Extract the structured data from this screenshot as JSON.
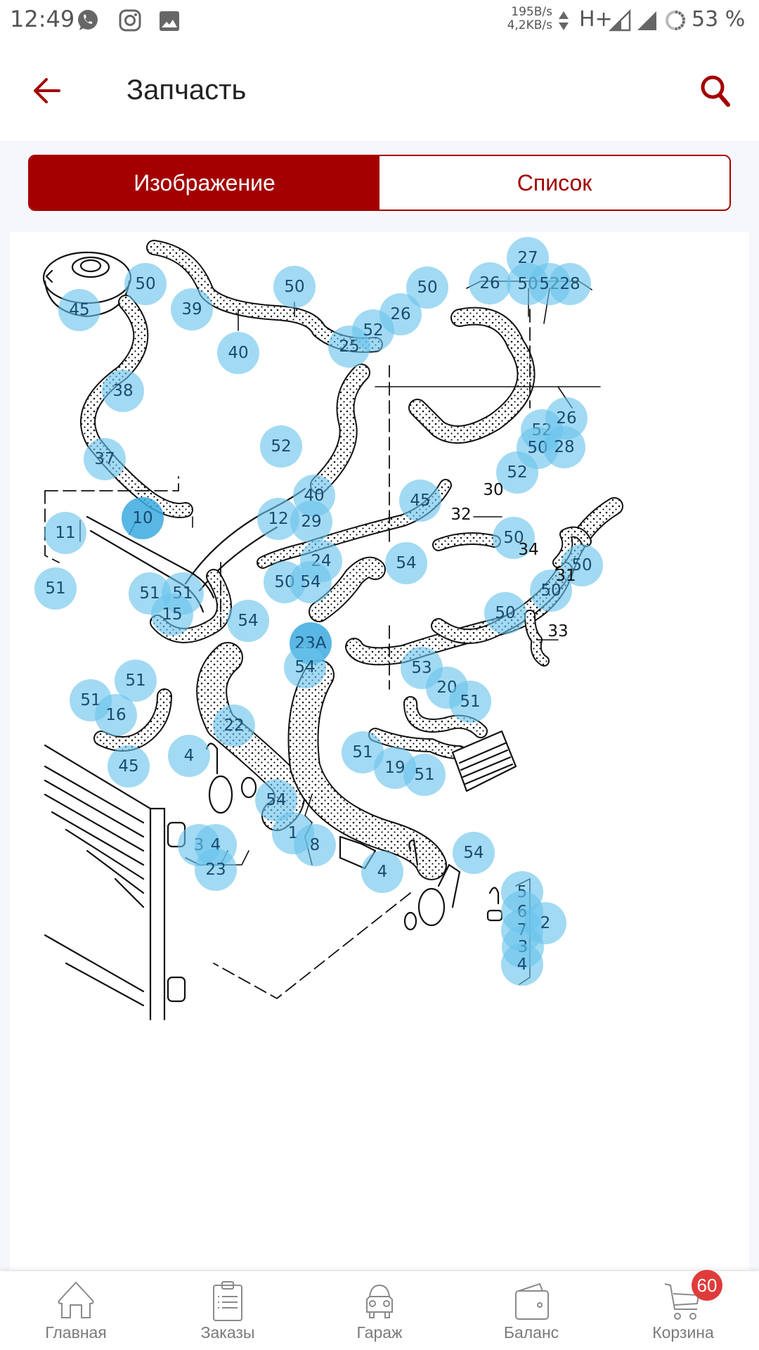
{
  "status_bar": {
    "time": "12:49",
    "notification_icons": [
      "whatsapp-icon",
      "instagram-icon",
      "gallery-icon"
    ],
    "upload_speed": "195B/s",
    "download_speed": "4,2KB/s",
    "network_type": "H+",
    "battery_percent": "53 %"
  },
  "app_bar": {
    "title": "Запчасть",
    "back_icon": "arrow-left-icon",
    "search_icon": "search-icon"
  },
  "segment": {
    "tabs": [
      {
        "label": "Изображение",
        "active": true
      },
      {
        "label": "Список",
        "active": false
      }
    ]
  },
  "diagram": {
    "description": "Cooling system parts diagram with numbered callouts",
    "callouts": [
      {
        "label": "45"
      },
      {
        "label": "50"
      },
      {
        "label": "39"
      },
      {
        "label": "40"
      },
      {
        "label": "50"
      },
      {
        "label": "38"
      },
      {
        "label": "37"
      },
      {
        "label": "50"
      },
      {
        "label": "26"
      },
      {
        "label": "27"
      },
      {
        "label": "50"
      },
      {
        "label": "52"
      },
      {
        "label": "28"
      },
      {
        "label": "25"
      },
      {
        "label": "52"
      },
      {
        "label": "26"
      },
      {
        "label": "52"
      },
      {
        "label": "26"
      },
      {
        "label": "50"
      },
      {
        "label": "28"
      },
      {
        "label": "52"
      },
      {
        "label": "52"
      },
      {
        "label": "40"
      },
      {
        "label": "12"
      },
      {
        "label": "29"
      },
      {
        "label": "45"
      },
      {
        "label": "11"
      },
      {
        "label": "10",
        "highlighted": true
      },
      {
        "label": "51"
      },
      {
        "label": "24"
      },
      {
        "label": "50"
      },
      {
        "label": "54"
      },
      {
        "label": "54"
      },
      {
        "label": "50"
      },
      {
        "label": "50"
      },
      {
        "label": "50"
      },
      {
        "label": "50"
      },
      {
        "label": "51"
      },
      {
        "label": "51"
      },
      {
        "label": "15"
      },
      {
        "label": "54"
      },
      {
        "label": "23A",
        "highlighted": true
      },
      {
        "label": "54"
      },
      {
        "label": "53"
      },
      {
        "label": "20"
      },
      {
        "label": "51"
      },
      {
        "label": "51"
      },
      {
        "label": "51"
      },
      {
        "label": "16"
      },
      {
        "label": "22"
      },
      {
        "label": "51"
      },
      {
        "label": "19"
      },
      {
        "label": "51"
      },
      {
        "label": "45"
      },
      {
        "label": "4"
      },
      {
        "label": "54"
      },
      {
        "label": "3"
      },
      {
        "label": "4"
      },
      {
        "label": "23"
      },
      {
        "label": "1"
      },
      {
        "label": "8"
      },
      {
        "label": "54"
      },
      {
        "label": "4"
      },
      {
        "label": "5"
      },
      {
        "label": "6"
      },
      {
        "label": "7"
      },
      {
        "label": "3"
      },
      {
        "label": "4"
      },
      {
        "label": "2"
      }
    ],
    "plain_labels": [
      "30",
      "32",
      "34",
      "31",
      "33"
    ]
  },
  "bottom_nav": {
    "items": [
      {
        "label": "Главная",
        "icon": "home-icon"
      },
      {
        "label": "Заказы",
        "icon": "clipboard-icon"
      },
      {
        "label": "Гараж",
        "icon": "car-icon"
      },
      {
        "label": "Баланс",
        "icon": "wallet-icon"
      },
      {
        "label": "Корзина",
        "icon": "cart-icon",
        "badge": "60"
      }
    ]
  },
  "colors": {
    "brand": "#a40000",
    "callout": "#69c3eb",
    "callout_highlight": "#3caae1",
    "badge": "#e03b3b"
  }
}
